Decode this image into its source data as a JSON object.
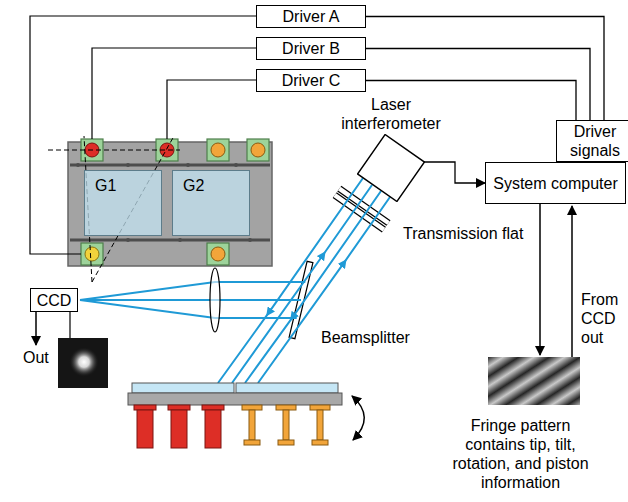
{
  "diagram": {
    "nodes": [
      {
        "text": [
          "Driver A"
        ]
      },
      {
        "text": [
          "Driver B"
        ]
      },
      {
        "text": [
          "Driver C"
        ]
      },
      {
        "text": [
          "G1"
        ]
      },
      {
        "text": [
          "G2"
        ]
      },
      {
        "text": [
          "Laser interferometer"
        ]
      },
      {
        "text": [
          "Driver signals"
        ]
      },
      {
        "text": [
          "System computer"
        ]
      },
      {
        "text": [
          "CCD"
        ]
      }
    ],
    "edges": [
      {
        "from": 0,
        "to": 6,
        "arrow": "none"
      },
      {
        "from": 1,
        "to": 6,
        "arrow": "none"
      },
      {
        "from": 2,
        "to": 6,
        "arrow": "none"
      },
      {
        "from": 5,
        "to": 7,
        "arrow": "to"
      }
    ],
    "labels": [
      "Transmission flat",
      "Beamsplitter",
      "Out",
      "From CCD out",
      "Fringe pattern contains tip, tilt, rotation, and piston information"
    ]
  }
}
